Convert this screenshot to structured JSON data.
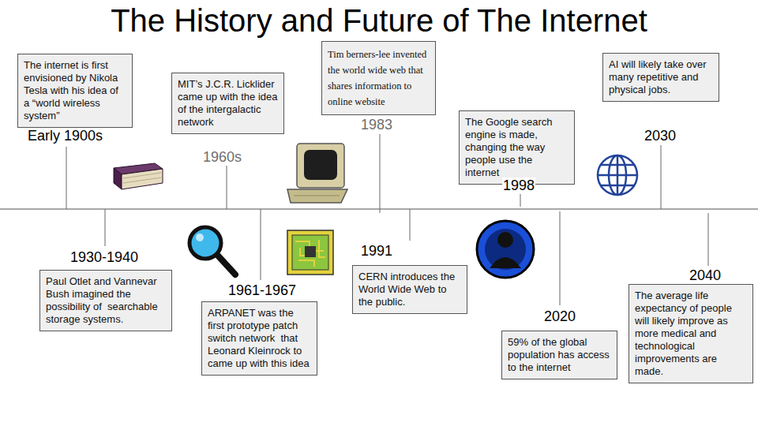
{
  "diagram": {
    "title": "The History and Future of The Internet",
    "nodes": [
      {
        "text": [
          "The internet is first envisioned by Nikola Tesla with his idea of a “world wireless system”"
        ]
      },
      {
        "text": [
          "Paul Otlet and Vannevar Bush imagined the possibility of  searchable storage systems."
        ]
      },
      {
        "text": [
          "MIT’s J.C.R. Licklider came up with the idea of the intergalactic network"
        ]
      },
      {
        "text": [
          "ARPANET was the first prototype patch switch network  that Leonard Kleinrock to came up with this idea"
        ]
      },
      {
        "text": [
          "Tim berners-lee invented the world wide web that shares information to online website"
        ]
      },
      {
        "text": [
          "CERN introduces the World Wide Web to the public."
        ]
      },
      {
        "text": [
          "The Google search engine is made, changing the way people use the internet"
        ]
      },
      {
        "text": [
          "59% of the global population has access to the internet"
        ]
      },
      {
        "text": [
          "AI will likely take over many repetitive and physical jobs."
        ]
      },
      {
        "text": [
          "The average life expectancy of people will likely improve as more medical and technological improvements are made."
        ]
      }
    ],
    "labels": [
      "Early 1900s",
      "1930-1940",
      "1960s",
      "1961-1967",
      "1983",
      "1991",
      "1998",
      "2020",
      "2030",
      "2040"
    ]
  }
}
